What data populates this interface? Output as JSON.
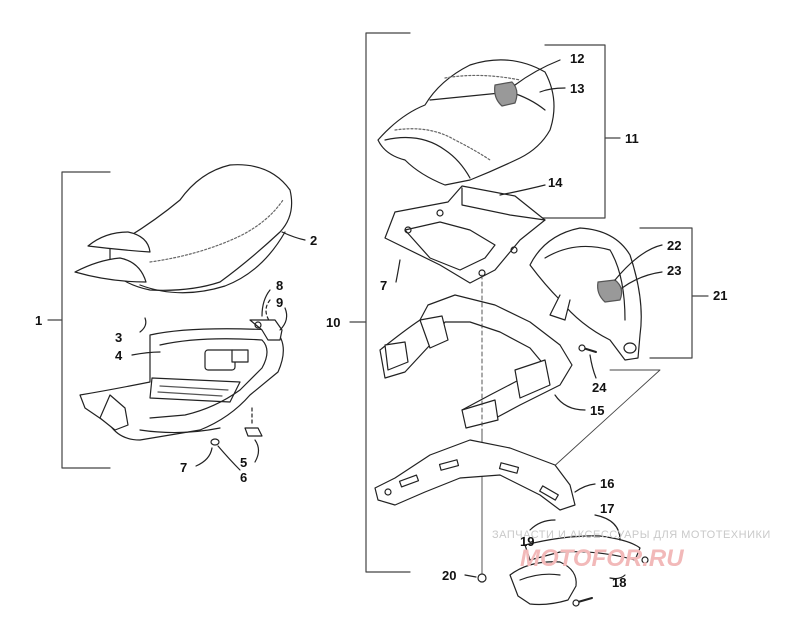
{
  "labels": {
    "n1": "1",
    "n2": "2",
    "n3": "3",
    "n4": "4",
    "n5": "5",
    "n6": "6",
    "n7a": "7",
    "n7b": "7",
    "n8": "8",
    "n9": "9",
    "n10": "10",
    "n11": "11",
    "n12": "12",
    "n13": "13",
    "n14": "14",
    "n15": "15",
    "n16": "16",
    "n17": "17",
    "n18": "18",
    "n19": "19",
    "n20": "20",
    "n21": "21",
    "n22": "22",
    "n23": "23",
    "n24": "24"
  },
  "watermark": {
    "line1": "ЗАПЧАСТИ И АКСЕССУАРЫ ДЛЯ МОТОТЕХНИКИ",
    "line2": "MOTOFOR.RU"
  }
}
